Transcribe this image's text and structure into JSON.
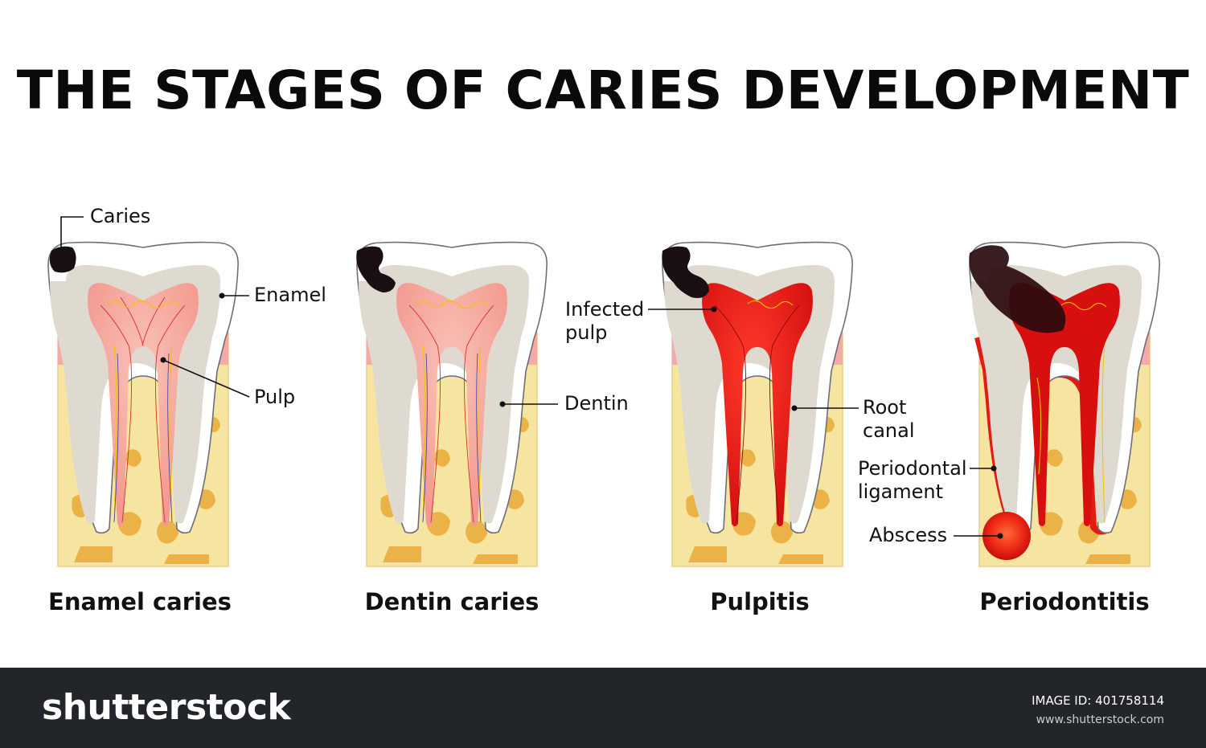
{
  "title": "THE STAGES OF CARIES DEVELOPMENT",
  "stages": [
    {
      "label": "Enamel caries"
    },
    {
      "label": "Dentin caries"
    },
    {
      "label": "Pulpitis"
    },
    {
      "label": "Periodontitis"
    }
  ],
  "callouts": {
    "caries": "Caries",
    "enamel": "Enamel",
    "pulp": "Pulp",
    "dentin": "Dentin",
    "infected_pulp_1": "Infected",
    "infected_pulp_2": "pulp",
    "root_canal_1": "Root",
    "root_canal_2": "canal",
    "periodontal_ligament_1": "Periodontal",
    "periodontal_ligament_2": "ligament",
    "abscess": "Abscess"
  },
  "footer": {
    "logo": "shutterstock",
    "image_id": "IMAGE ID: 401758114",
    "url": "www.shutterstock.com"
  },
  "colors": {
    "bone": "#f6e5a0",
    "bone_spots": "#eab247",
    "gum": "#f4aaa8",
    "dentin": "#dedad0",
    "pulp": "#f6a9a0",
    "infected": "#e81515",
    "decay": "#1a0f12",
    "footer_bg": "#22262b"
  }
}
